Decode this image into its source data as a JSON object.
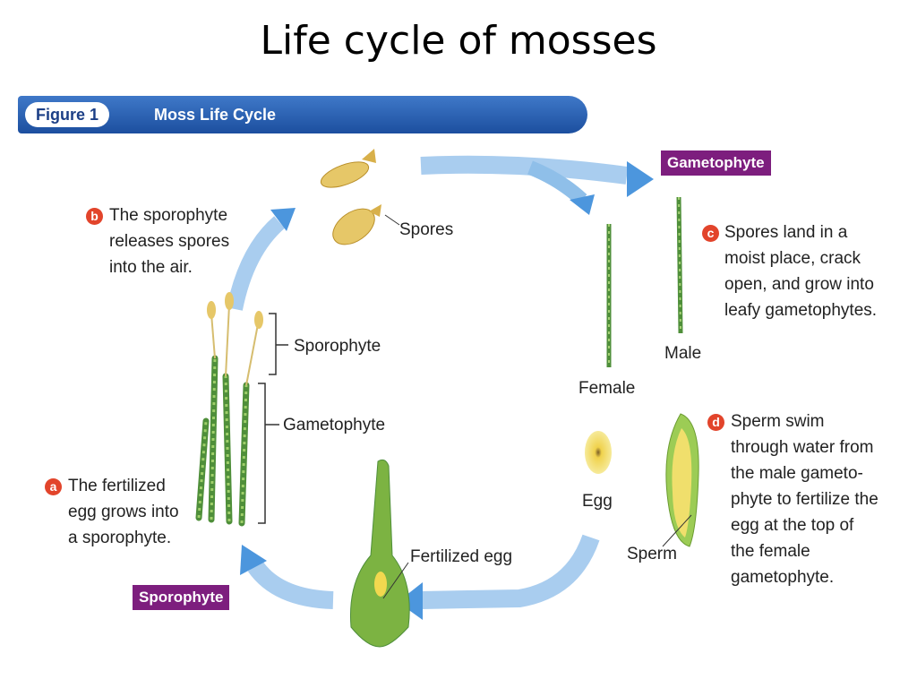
{
  "slide": {
    "title": "Life cycle of mosses"
  },
  "figure": {
    "number": "Figure 1",
    "title": "Moss Life Cycle"
  },
  "labels": {
    "spores": "Spores",
    "sporophyte": "Sporophyte",
    "gametophyte": "Gametophyte",
    "female": "Female",
    "male": "Male",
    "egg": "Egg",
    "sperm": "Sperm",
    "fertilized_egg": "Fertilized egg"
  },
  "tags": {
    "gametophyte": "Gametophyte",
    "sporophyte": "Sporophyte"
  },
  "steps": [
    {
      "letter": "a",
      "lines": [
        "The fertilized",
        "egg grows into",
        "a sporophyte."
      ]
    },
    {
      "letter": "b",
      "lines": [
        "The sporophyte",
        "releases spores",
        "into the air."
      ]
    },
    {
      "letter": "c",
      "lines": [
        "Spores land in a",
        "moist place, crack",
        "open, and grow into",
        "leafy gametophytes."
      ]
    },
    {
      "letter": "d",
      "lines": [
        "Sperm swim",
        "through water from",
        "the male gameto-",
        "phyte to fertilize the",
        "egg at the top of",
        "the female",
        "gametophyte."
      ]
    }
  ],
  "colors": {
    "banner": "#1c4f9f",
    "tag": "#7d1e7e",
    "badge": "#e2442b",
    "arrow": "#7fb2e5",
    "moss": "#4f8f3a",
    "capsule": "#e6c768"
  }
}
